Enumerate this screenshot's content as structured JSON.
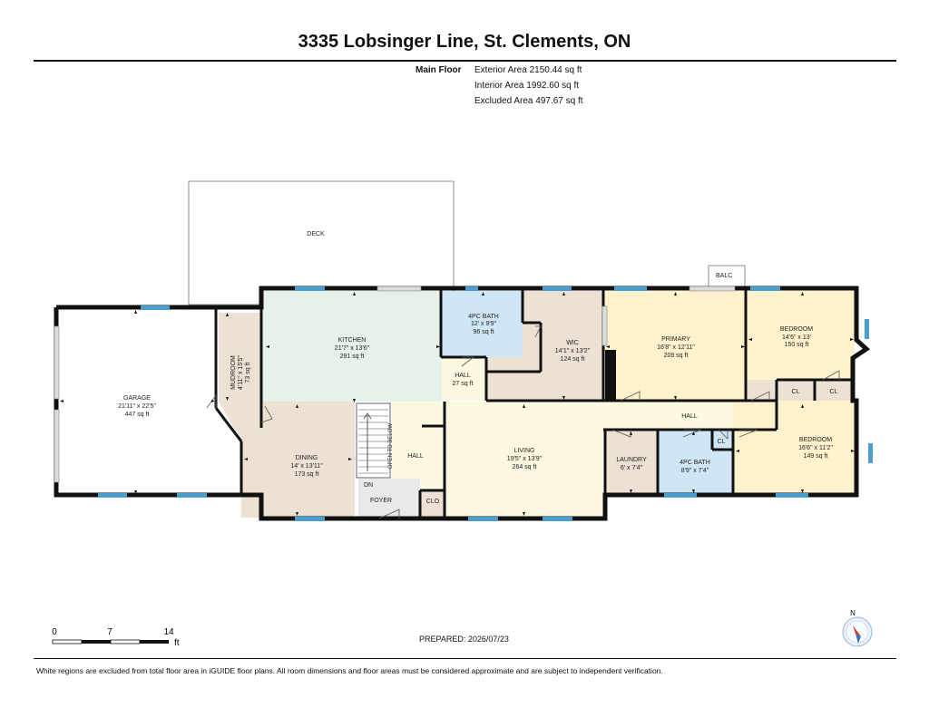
{
  "title": "3335 Lobsinger Line, St. Clements, ON",
  "floor": {
    "name": "Main Floor",
    "exterior_area": "Exterior Area 2150.44 sq ft",
    "interior_area": "Interior Area 1992.60 sq ft",
    "excluded_area": "Excluded Area 497.67 sq ft"
  },
  "rooms": {
    "deck": {
      "name": "DECK"
    },
    "balc": {
      "name": "BALC"
    },
    "garage": {
      "name": "GARAGE",
      "dims": "21'11\" x 22'5\"",
      "area": "447 sq ft"
    },
    "mudroom": {
      "name": "MUDROOM",
      "dims": "4'11\" x 15'5\"",
      "area": "73 sq ft"
    },
    "kitchen": {
      "name": "KITCHEN",
      "dims": "21'7\" x 13'6\"",
      "area": "291 sq ft"
    },
    "bath_upper": {
      "name": "4PC BATH",
      "dims": "12' x 9'9\"",
      "area": "96 sq ft"
    },
    "hall_small": {
      "name": "HALL",
      "area": "27 sq ft"
    },
    "wic": {
      "name": "WIC",
      "dims": "14'1\" x 13'2\"",
      "area": "124 sq ft"
    },
    "primary": {
      "name": "PRIMARY",
      "dims": "16'8\" x 12'11\"",
      "area": "209 sq ft"
    },
    "bedroom_1": {
      "name": "BEDROOM",
      "dims": "14'6\" x 13'",
      "area": "150 sq ft"
    },
    "dining": {
      "name": "DINING",
      "dims": "14' x 13'11\"",
      "area": "173 sq ft"
    },
    "hall_left": {
      "name": "HALL"
    },
    "living": {
      "name": "LIVING",
      "dims": "19'5\" x 13'9\"",
      "area": "264 sq ft"
    },
    "hall_main": {
      "name": "HALL"
    },
    "laundry": {
      "name": "LAUNDRY",
      "dims": "6' x 7'4\""
    },
    "bath_lower": {
      "name": "4PC BATH",
      "dims": "8'9\" x 7'4\""
    },
    "bedroom_2": {
      "name": "BEDROOM",
      "dims": "16'6\" x 11'2\"",
      "area": "149 sq ft"
    },
    "foyer": {
      "name": "FOYER"
    },
    "clo": {
      "name": "CLO"
    },
    "cl_1": {
      "name": "CL"
    },
    "cl_2": {
      "name": "CL"
    },
    "cl_3": {
      "name": "CL"
    },
    "stairs_dn": "DN",
    "open_to_below": "OPEN TO BELOW"
  },
  "colors": {
    "walls": "#111111",
    "windows": "#4a9fd0",
    "garage": "#ffffff",
    "kitchen": "#e6f1ea",
    "bath": "#cfe6f6",
    "wic": "#ece1d3",
    "bedroom": "#fff2cc",
    "dining": "#ece1d3",
    "living": "#fdf8e0",
    "laundry": "#ece1d3",
    "closet": "#ece1d3"
  },
  "scale": {
    "labels": [
      "0",
      "7",
      "14"
    ],
    "unit": "ft"
  },
  "compass": {
    "label": "N"
  },
  "prepared": "PREPARED: 2026/07/23",
  "footer_note": "White regions are excluded from total floor area in iGUIDE floor plans. All room dimensions and floor areas must be considered approximate and are subject to independent verification."
}
